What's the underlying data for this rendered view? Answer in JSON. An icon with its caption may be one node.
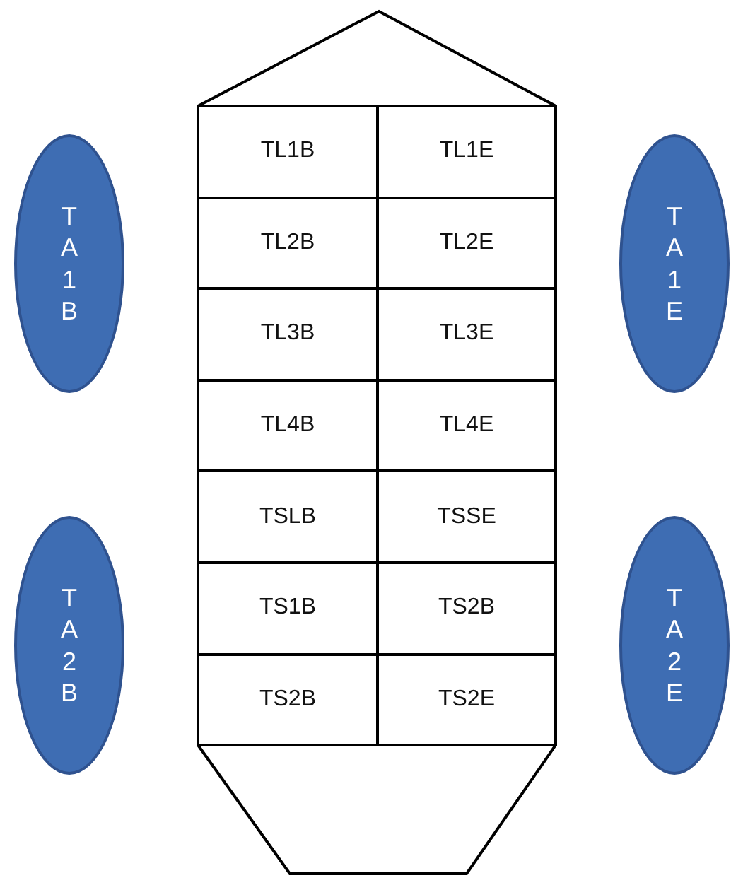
{
  "diagram": {
    "nodes": [
      {
        "text": [
          "TA1B"
        ]
      },
      {
        "text": [
          "TA1E"
        ]
      },
      {
        "text": [
          "TA2B"
        ]
      },
      {
        "text": [
          "TA2E"
        ]
      },
      {
        "text": [
          "TL1B"
        ]
      },
      {
        "text": [
          "TL1E"
        ]
      },
      {
        "text": [
          "TL2B"
        ]
      },
      {
        "text": [
          "TL2E"
        ]
      },
      {
        "text": [
          "TL3B"
        ]
      },
      {
        "text": [
          "TL3E"
        ]
      },
      {
        "text": [
          "TL4B"
        ]
      },
      {
        "text": [
          "TL4E"
        ]
      },
      {
        "text": [
          "TSLB"
        ]
      },
      {
        "text": [
          "TSSE"
        ]
      },
      {
        "text": [
          "TS1B"
        ]
      },
      {
        "text": [
          "TS2B"
        ]
      },
      {
        "text": [
          "TS2B"
        ]
      },
      {
        "text": [
          "TS2E"
        ]
      }
    ]
  }
}
